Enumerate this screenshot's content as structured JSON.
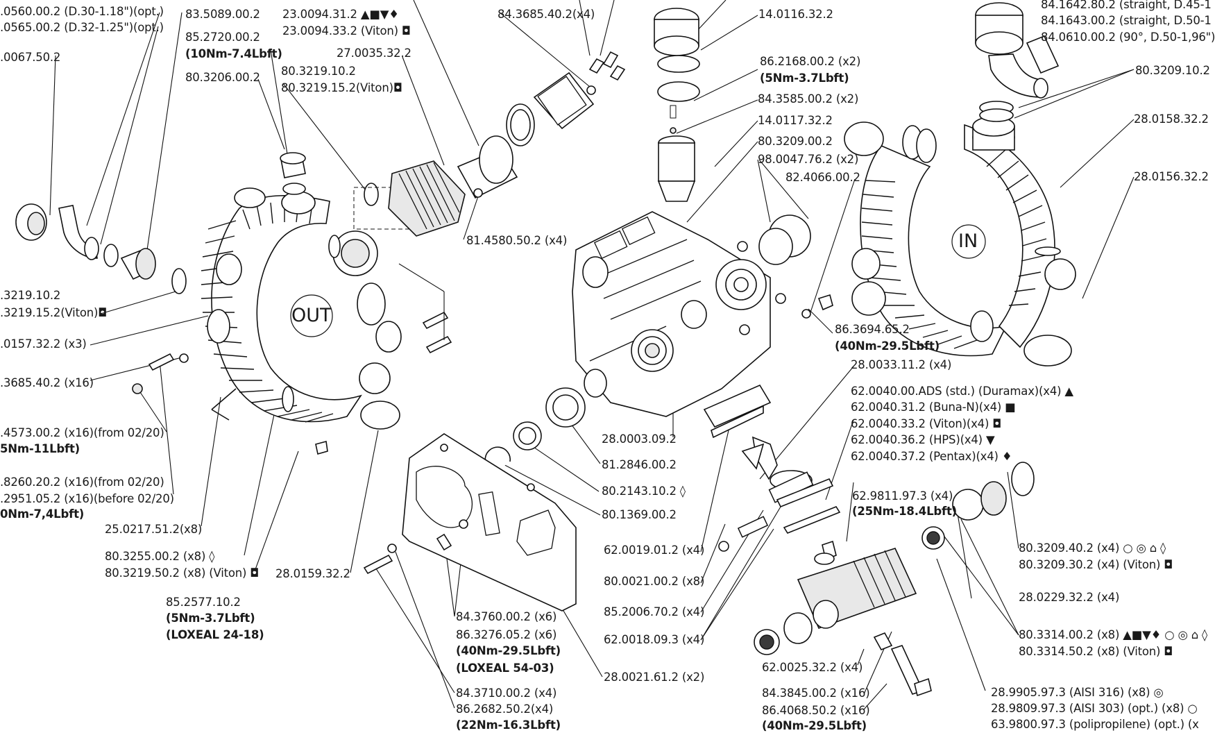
{
  "labels": {
    "l01": ".0560.00.2 (D.30-1.18\")(opt.)",
    "l02": ".0565.00.2 (D.32-1.25\")(opt.)",
    "l03": ".0067.50.2",
    "l04": "83.5089.00.2",
    "l05": "85.2720.00.2",
    "l06": "(10Nm-7.4Lbft)",
    "l07": "80.3206.00.2",
    "l08": "23.0094.31.2 ▲■▼♦",
    "l09": "23.0094.33.2 (Viton) ◘",
    "l10": "27.0035.32.2",
    "l11": "80.3219.10.2",
    "l12": "80.3219.15.2(Viton)◘",
    "l13": "84.3685.40.2(x4)",
    "l14": "14.0116.32.2",
    "l15": "86.2168.00.2 (x2)",
    "l16": "(5Nm-3.7Lbft)",
    "l17": "84.3585.00.2 (x2)",
    "l18": "14.0117.32.2",
    "l19": "80.3209.00.2",
    "l20": "98.0047.76.2 (x2)",
    "l21": "82.4066.00.2",
    "l22": "84.1642.80.2 (straight, D.45-1",
    "l23": "84.1643.00.2 (straight, D.50-1",
    "l24": "84.0610.00.2 (90°, D.50-1,96\")",
    "l25": "80.3209.10.2",
    "l26": "28.0158.32.2",
    "l27": "28.0156.32.2",
    "l28": ".3219.10.2",
    "l29": ".3219.15.2(Viton)◘",
    "l30": ".0157.32.2 (x3)",
    "l31": ".3685.40.2 (x16)",
    "l32": "81.4580.50.2 (x4)",
    "l33": ".4573.00.2 (x16)(from 02/20)",
    "l34": "5Nm-11Lbft)",
    "l35": ".8260.20.2 (x16)(from 02/20)",
    "l36": ".2951.05.2 (x16)(before 02/20)",
    "l37": "0Nm-7,4Lbft)",
    "l38": "25.0217.51.2(x8)",
    "l39": "80.3255.00.2 (x8) ◊",
    "l40": "80.3219.50.2 (x8) (Viton) ◘",
    "l41": "28.0159.32.2",
    "l42": "85.2577.10.2",
    "l43": "(5Nm-3.7Lbft)",
    "l44": "(LOXEAL 24-18)",
    "l45": "86.3694.65.2",
    "l46": "(40Nm-29.5Lbft)",
    "l47": "28.0033.11.2 (x4)",
    "l48": "62.0040.00.ADS (std.) (Duramax)(x4) ▲",
    "l49": "62.0040.31.2 (Buna-N)(x4) ■",
    "l50": "62.0040.33.2 (Viton)(x4) ◘",
    "l51": "62.0040.36.2 (HPS)(x4) ▼",
    "l52": "62.0040.37.2 (Pentax)(x4) ♦",
    "l53": "28.0003.09.2",
    "l54": "81.2846.00.2",
    "l55": "80.2143.10.2 ◊",
    "l56": "80.1369.00.2",
    "l57": "62.9811.97.3 (x4)",
    "l58": "(25Nm-18.4Lbft)",
    "l59": "62.0019.01.2 (x4)",
    "l60": "80.0021.00.2 (x8)",
    "l61": "85.2006.70.2 (x4)",
    "l62": "62.0018.09.3 (x4)",
    "l63": "80.3209.40.2 (x4) ○ ◎ ⌂ ◊",
    "l64": "80.3209.30.2 (x4) (Viton) ◘",
    "l65": "28.0229.32.2 (x4)",
    "l66": "80.3314.00.2 (x8) ▲■▼♦ ○ ◎ ⌂ ◊",
    "l67": "80.3314.50.2 (x8) (Viton) ◘",
    "l68": "84.3760.00.2 (x6)",
    "l69": "86.3276.05.2 (x6)",
    "l70": "(40Nm-29.5Lbft)",
    "l71": "(LOXEAL 54-03)",
    "l72": "28.0021.61.2 (x2)",
    "l73": "62.0025.32.2 (x4)",
    "l74": "84.3710.00.2 (x4)",
    "l75": "86.2682.50.2(x4)",
    "l76": "(22Nm-16.3Lbft)",
    "l77": "84.3845.00.2 (x16)",
    "l78": "86.4068.50.2 (x16)",
    "l79": "(40Nm-29.5Lbft)",
    "l80": "28.9905.97.3 (AISI 316) (x8) ◎",
    "l81": "28.9809.97.3 (AISI 303) (opt.) (x8) ○",
    "l82": "63.9800.97.3 (polipropilene) (opt.) (x"
  },
  "hubs": {
    "out": "OUT",
    "in": "IN"
  }
}
